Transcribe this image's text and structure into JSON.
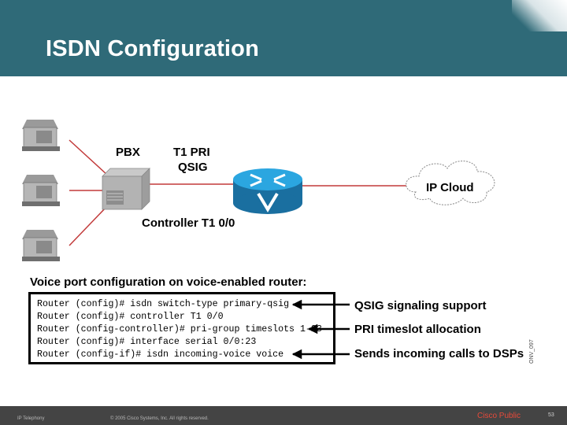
{
  "slide": {
    "title": "ISDN Configuration"
  },
  "diagram": {
    "pbx_label": "PBX",
    "trunk_label_line1": "T1 PRI",
    "trunk_label_line2": "QSIG",
    "cloud_label": "IP Cloud",
    "controller_label": "Controller T1 0/0",
    "phones": [
      "ip-phone-icon",
      "ip-phone-icon",
      "ip-phone-icon"
    ],
    "router_icon": "voice-router-icon",
    "pbx_icon": "pbx-switch-icon"
  },
  "config": {
    "heading": "Voice port configuration on voice-enabled router:",
    "lines": [
      "Router (config)# isdn switch-type primary-qsig",
      "Router (config)# controller T1 0/0",
      "Router (config-controller)# pri-group timeslots 1-23",
      "Router (config)# interface serial 0/0:23",
      "Router (config-if)# isdn incoming-voice voice"
    ],
    "callouts": [
      "QSIG signaling support",
      "PRI timeslot allocation",
      "Sends incoming calls to DSPs"
    ]
  },
  "figure_id": "ONV_097",
  "footer": {
    "left": "IP Telephony",
    "copyright": "© 2005 Cisco Systems, Inc. All rights reserved.",
    "classification": "Cisco Public",
    "page": "53"
  },
  "colors": {
    "header": "#2f6a78",
    "router": "#1a8fc9",
    "footer": "#444444",
    "classification": "#e84a3a"
  }
}
